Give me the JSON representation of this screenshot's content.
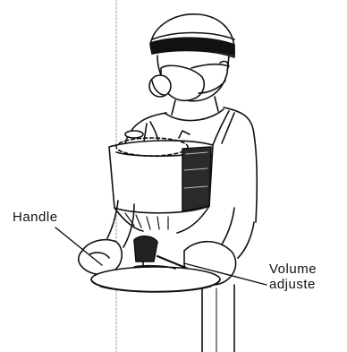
{
  "labels": {
    "handle": "Handle",
    "volume_line1": "Volume",
    "volume_line2": "adjuste"
  }
}
